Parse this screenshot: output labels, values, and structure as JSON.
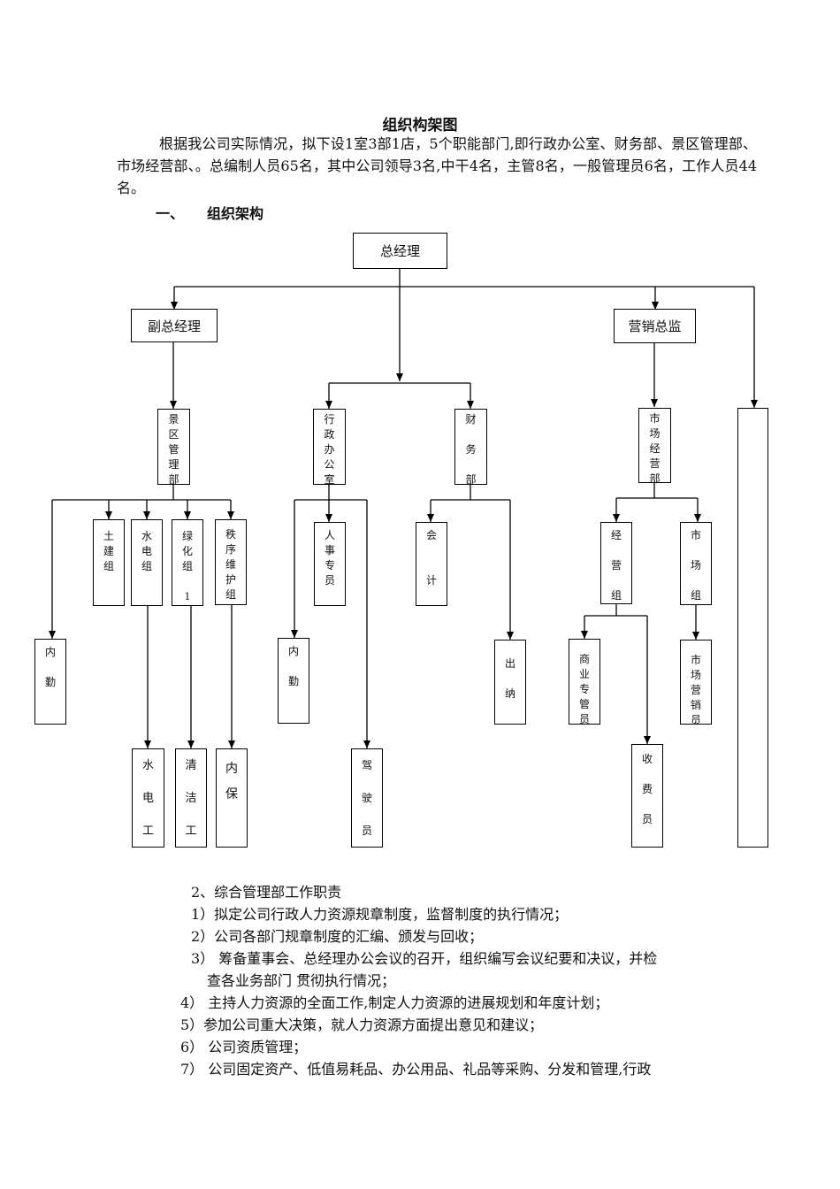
{
  "document": {
    "title": "组织构架图",
    "intro": "根据我公司实际情况，拟下设1室3部1店，5个职能部门,即行政办公室、财务部、景区管理部、市场经营部、。总编制人员65名，其中公司领导3名,中干4名，主管8名，一般管理员6名，工作人员44名。",
    "section1_num": "一、",
    "section1_title": "组织架构"
  },
  "org_chart": {
    "general_manager": "总经理",
    "deputy_gm": "副总经理",
    "marketing_director": "营销总监",
    "scenic_dept": "景\n区\n管\n理\n部",
    "admin_office": "行\n政\n办\n公\n室",
    "finance_dept": "财\n\n务\n\n部",
    "market_dept": "市\n场\n经\n营\n部",
    "construction_group": "土\n建\n组",
    "hydro_group": "水\n电\n组",
    "greening_group": "绿\n化\n组",
    "greening_mark": "1",
    "order_group": "秩\n序\n维\n护\n组",
    "internal_scenic": "内\n\n勤",
    "hr_specialist": "人\n事\n专\n员",
    "internal_admin": "内\n\n勤",
    "driver": "驾\n驶\n员",
    "accounting": "会\n\n\n计",
    "cashier": "出\n\n纳",
    "operation_group": "经\n\n营\n\n组",
    "market_group": "市\n\n场\n\n组",
    "commerce_supervisor": "商\n业\n专\n管\n员",
    "toll_collector": "收\n\n费\n\n员",
    "market_sales": "市\n场\n营\n销\n员",
    "electrician": "水\n电\n工",
    "cleaner": "清\n洁\n工",
    "security": "内\n保"
  },
  "duties": {
    "heading": "2、综合管理部工作职责",
    "items": [
      "1）拟定公司行政人力资源规章制度，监督制度的执行情况；",
      "2）公司各部门规章制度的汇编、颁发与回收；",
      "3） 筹备董事会、总经理办公会议的召开，组织编写会议纪要和决议，并检",
      "查各业务部门 贯彻执行情况；",
      "4） 主持人力资源的全面工作,制定人力资源的进展规划和年度计划；",
      "5）参加公司重大决策，就人力资源方面提出意见和建议；",
      "6） 公司资质管理；",
      "7） 公司固定资产、低值易耗品、办公用品、礼品等采购、分发和管理,行政"
    ]
  }
}
